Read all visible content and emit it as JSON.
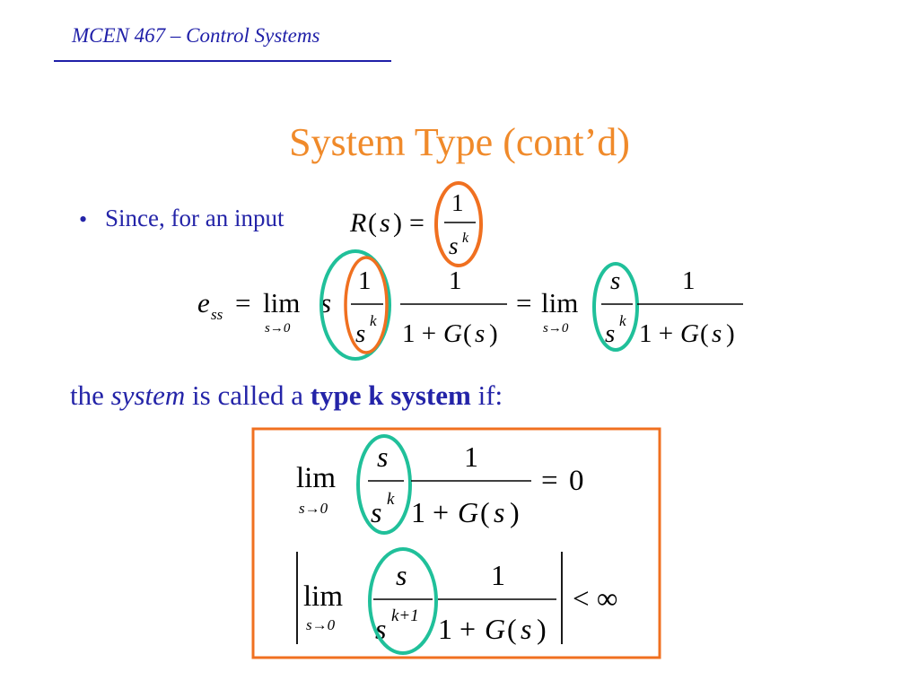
{
  "header": {
    "course": "MCEN 467 – Control Systems"
  },
  "slide": {
    "title": "System Type (cont’d)"
  },
  "bullet": {
    "marker": "•",
    "text": "Since, for an input"
  },
  "statement": {
    "part1": "the ",
    "system_word": "system",
    "part2": " is called a ",
    "type_k": "type k system",
    "part3": " if:"
  },
  "math": {
    "R": "R",
    "s": "s",
    "k": "k",
    "one": "1",
    "eq": "=",
    "e": "e",
    "ss": "ss",
    "lim": "lim",
    "s_to_0": "s→0",
    "one_plus": "1 + ",
    "G": "G",
    "lp": "(",
    "rp": ")",
    "zero": "0",
    "lt_inf": "< ∞",
    "k_plus_1": "k+1"
  },
  "colors": {
    "header_text": "#1f1fa8",
    "body_text": "#2424a8",
    "title": "#f08a2a",
    "orange_ring": "#f07020",
    "teal_ring": "#20c09a",
    "box_border": "#f07020"
  }
}
